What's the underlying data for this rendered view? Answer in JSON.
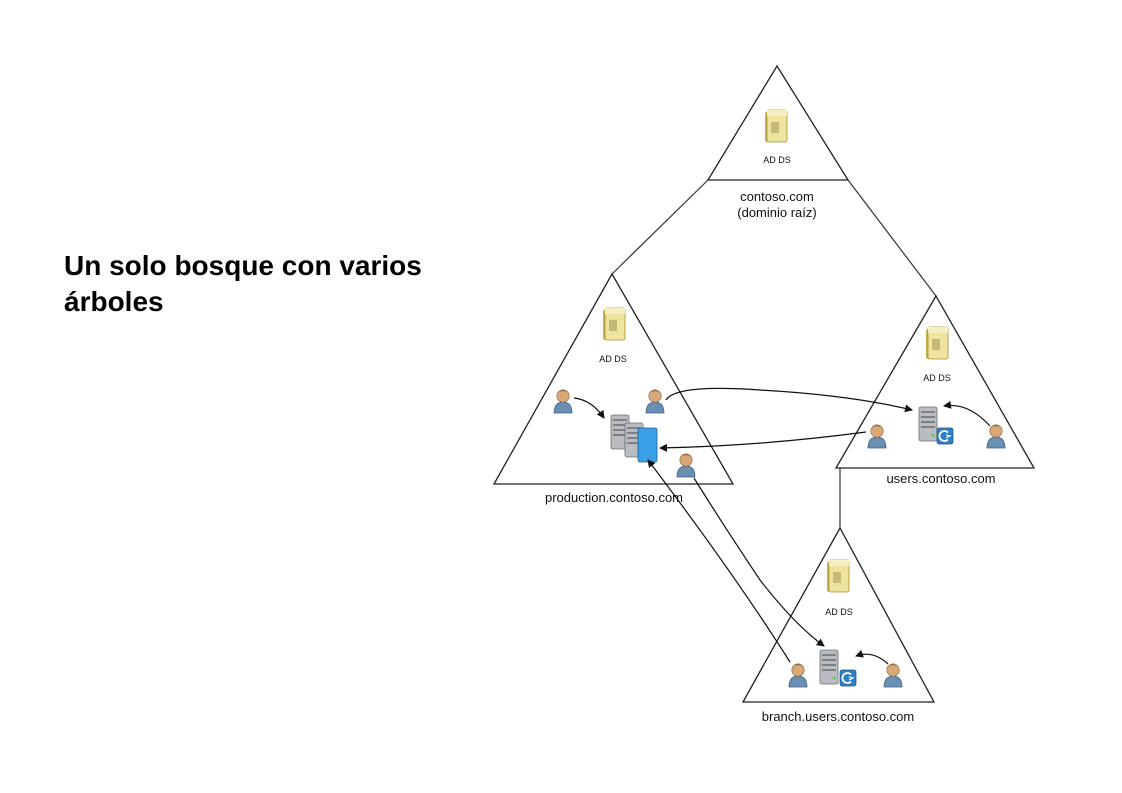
{
  "slide": {
    "title": "Un solo bosque con varios árboles"
  },
  "domains": {
    "root": {
      "name": "contoso.com",
      "note": "(dominio raíz)",
      "service": "AD DS"
    },
    "production": {
      "name": "production.contoso.com",
      "service": "AD DS"
    },
    "users": {
      "name": "users.contoso.com",
      "service": "AD DS"
    },
    "branch": {
      "name": "branch.users.contoso.com",
      "service": "AD DS"
    }
  },
  "colors": {
    "line": "#222222",
    "folder": "#e8d98a",
    "user_shirt": "#6a8fb3",
    "server": "#b9bdc2",
    "app_badge": "#2f7fc6"
  },
  "icons": {
    "directory": "folder-icon",
    "user": "user-icon",
    "server": "server-icon",
    "app": "app-server-icon"
  }
}
